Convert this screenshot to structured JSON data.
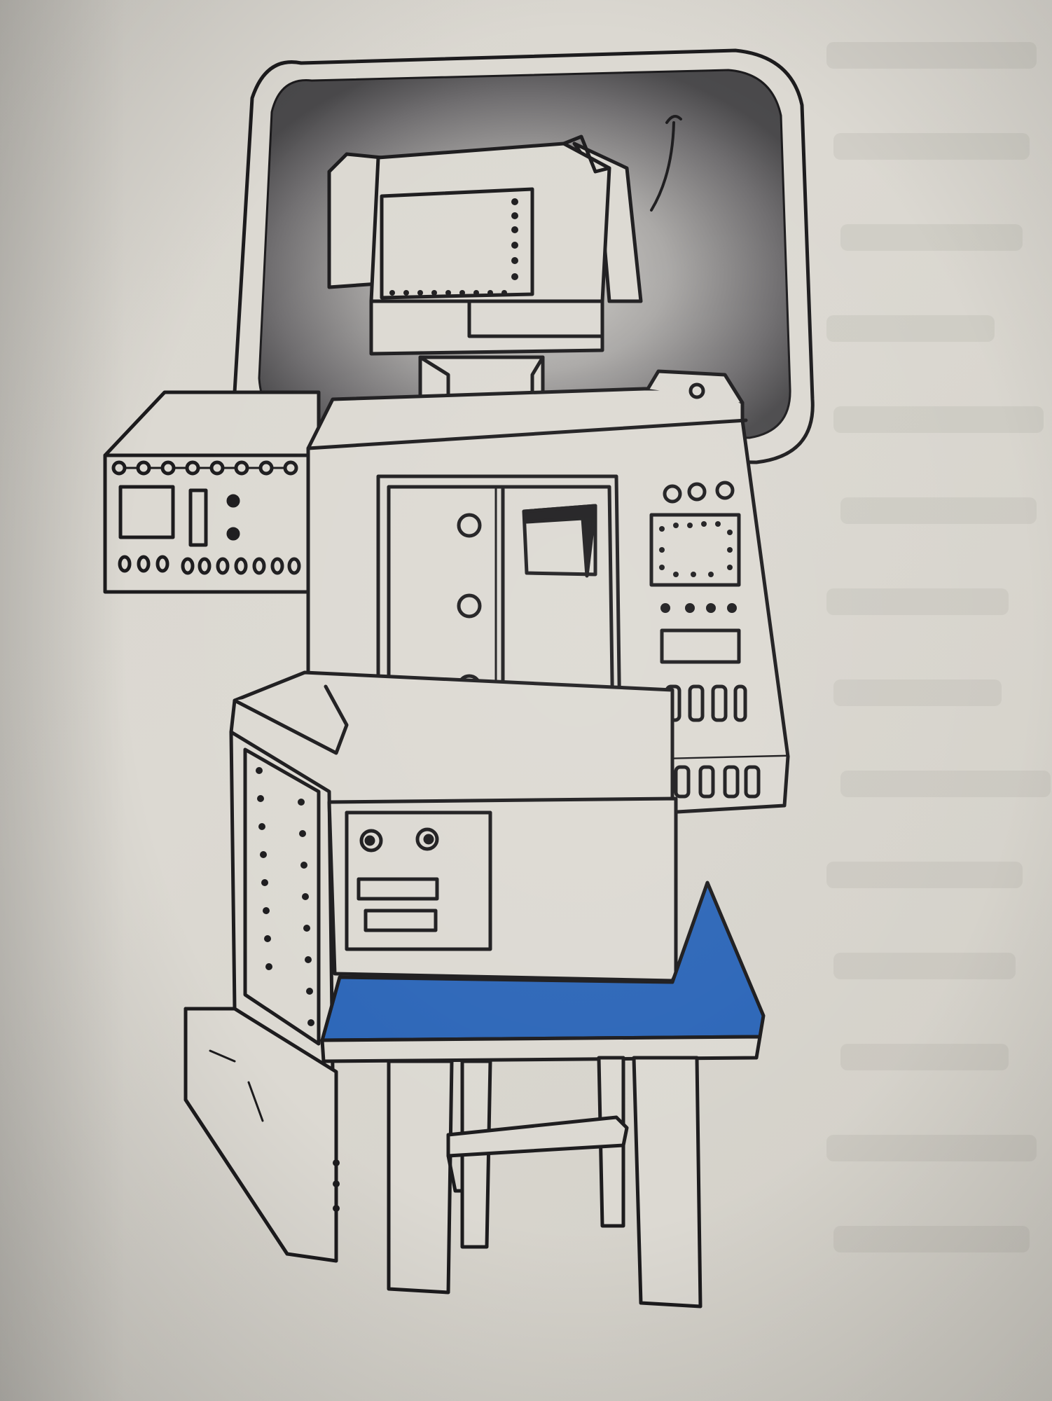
{
  "scene": {
    "subject": "robot-built-from-electronic-cabinets-on-stool",
    "colors": {
      "paper": "#dad7d0",
      "ink": "#1c1b1d",
      "screen_shade": "#6b6a6c",
      "seat_blue": "#2c66b8",
      "panel_fill": "#dcd9d2"
    },
    "ghost_text_lines": [
      {
        "side": "right",
        "rows": 14
      }
    ]
  }
}
